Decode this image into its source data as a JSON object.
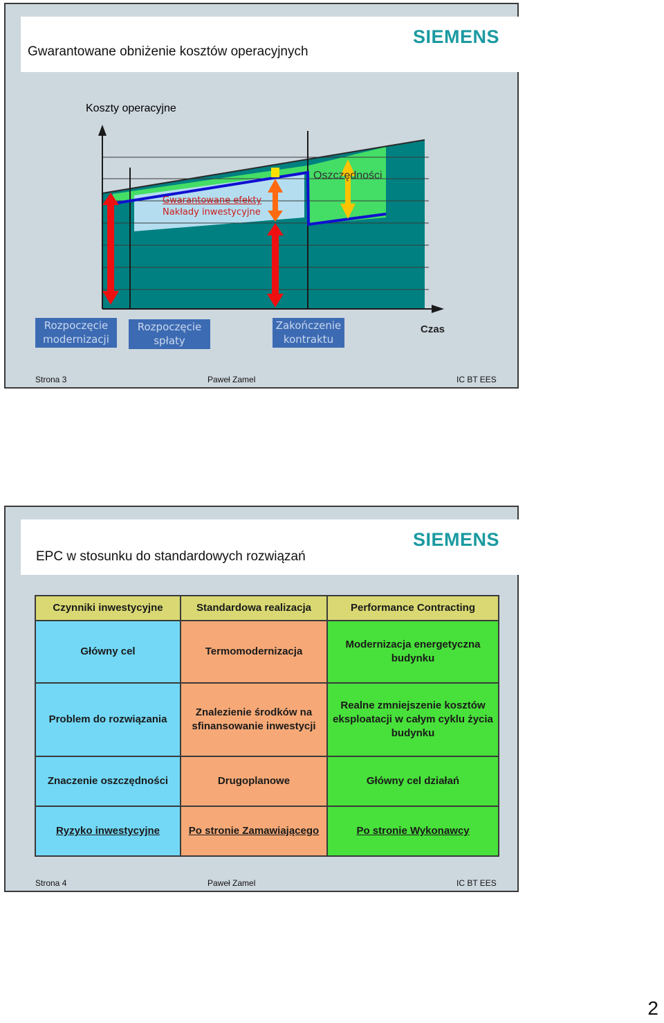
{
  "slide1": {
    "title": "Gwarantowane obniżenie kosztów operacyjnych",
    "logo": "SIEMENS",
    "chart": {
      "ylabel": "Koszty operacyjne",
      "xlabel": "Czas",
      "legend_line1": "Gwarantowane efekty",
      "legend_line2": "Nakłady inwestycyjne",
      "savings_label": "Oszczędności",
      "milestones": [
        "Rozpoczęcie modernizacji",
        "Rozpoczęcie spłaty",
        "Zakończenie kontraktu"
      ]
    },
    "footer": {
      "page": "Strona 3",
      "author": "Paweł Zamel",
      "dept": "IC BT EES"
    }
  },
  "slide2": {
    "title": "EPC w stosunku do standardowych rozwiązań",
    "logo": "SIEMENS",
    "table": {
      "headers": [
        "Czynniki inwestycyjne",
        "Standardowa realizacja",
        "Performance Contracting"
      ],
      "rows": [
        [
          "Główny cel",
          "Termomodernizacja",
          "Modernizacja energetyczna budynku"
        ],
        [
          "Problem do rozwiązania",
          "Znalezienie środków na sfinansowanie inwestycji",
          "Realne zmniejszenie kosztów eksploatacji w całym cyklu życia budynku"
        ],
        [
          "Znaczenie oszczędności",
          "Drugoplanowe",
          "Główny cel działań"
        ],
        [
          "Ryzyko inwestycyjne",
          "Po stronie Zamawiającego",
          "Po stronie Wykonawcy"
        ]
      ]
    },
    "footer": {
      "page": "Strona 4",
      "author": "Paweł Zamel",
      "dept": "IC BT EES"
    }
  },
  "page_number": "2",
  "colors": {
    "teal": "#008080",
    "green": "#44dd66",
    "lightblue": "#b4def0",
    "blue_line": "#1010d0",
    "red": "#ee1010",
    "orange": "#ff6a10",
    "yellow": "#ffc400"
  }
}
